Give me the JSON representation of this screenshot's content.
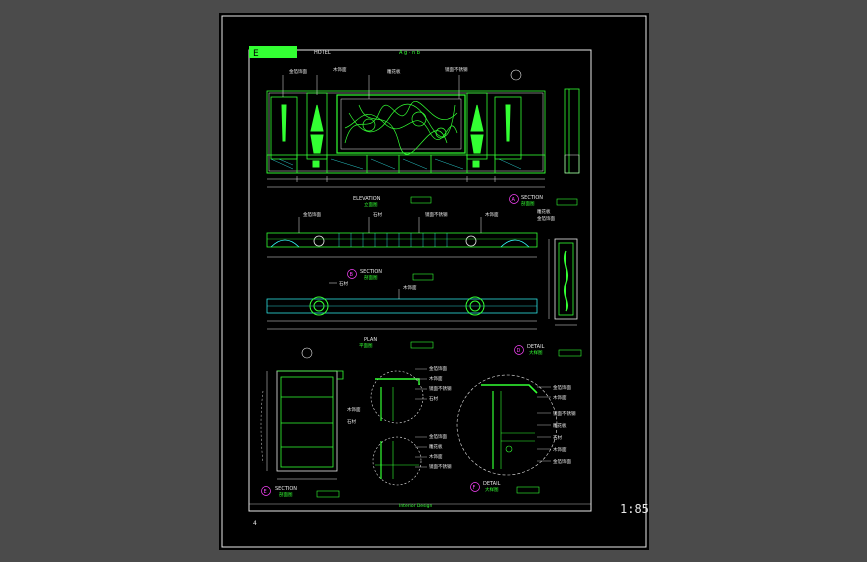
{
  "drawing": {
    "scale": "1:85",
    "sheet_number": "4",
    "title_block": {
      "logo": "E",
      "code": "HOTEL",
      "ref": "A g · n b"
    },
    "footer": "Interior Design"
  },
  "views": {
    "elevation": {
      "label": "ELEVATION",
      "sub": "立面图"
    },
    "section_a": {
      "label": "SECTION",
      "sub": "剖面图",
      "mark": "A"
    },
    "section_b": {
      "label": "SECTION",
      "sub": "剖面图",
      "mark": "B"
    },
    "plan": {
      "label": "PLAN",
      "sub": "平面图"
    },
    "detail_d": {
      "label": "DETAIL",
      "sub": "大样图",
      "mark": "D"
    },
    "section_e": {
      "label": "SECTION",
      "sub": "剖面图",
      "mark": "E"
    },
    "detail_f": {
      "label": "DETAIL",
      "sub": "大样图",
      "mark": "F"
    }
  },
  "notes": {
    "a": "金箔饰面",
    "b": "木饰面",
    "c": "雕花板",
    "d": "石材",
    "e": "镜面不锈钢"
  }
}
